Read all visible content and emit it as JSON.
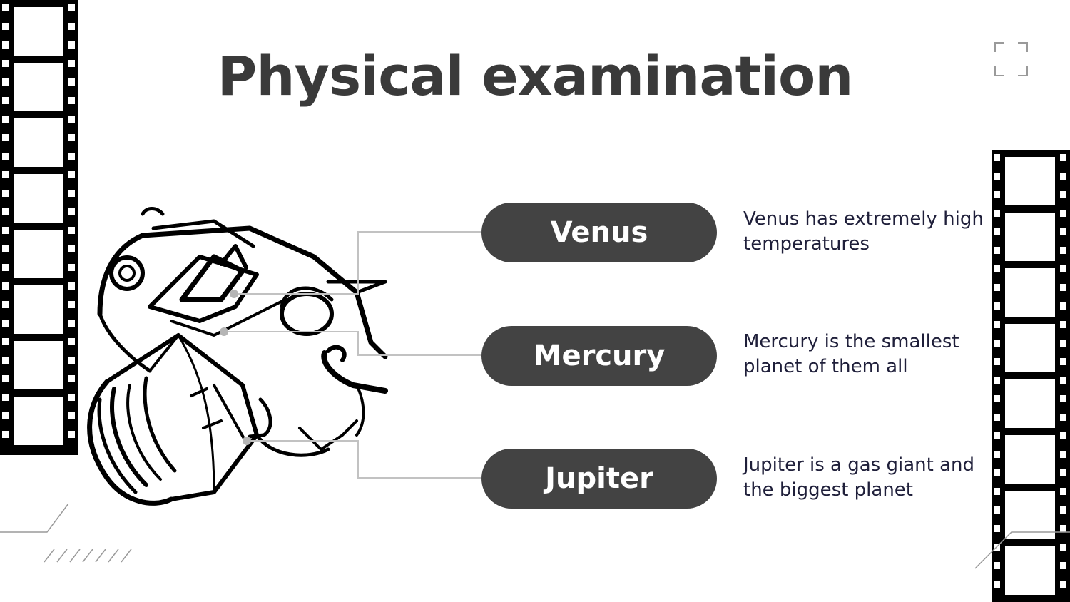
{
  "slide": {
    "title": "Physical examination",
    "items": [
      {
        "label": "Venus",
        "description": "Venus has extremely high temperatures"
      },
      {
        "label": "Mercury",
        "description": "Mercury is the smallest planet of them all"
      },
      {
        "label": "Jupiter",
        "description": "Jupiter is a gas giant and the biggest planet"
      }
    ],
    "colors": {
      "pill": "#434343",
      "title": "#3a3a3a",
      "text": "#1f1f3a",
      "connector": "#c2c2c2"
    },
    "icons": [
      "film-strip-icon",
      "camera-illustration",
      "corner-frame-icon"
    ]
  }
}
